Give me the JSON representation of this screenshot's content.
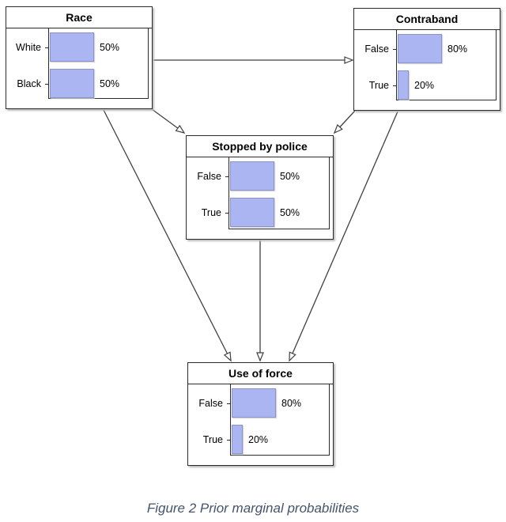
{
  "caption": "Figure 2 Prior marginal probabilities",
  "colors": {
    "bar_fill": "#abb5f1",
    "bar_border": "#8a93c9",
    "box_border": "#2b2b2b",
    "edge_line": "#404040",
    "caption_text": "#44546A",
    "background": "#ffffff"
  },
  "network": {
    "nodes": {
      "race": {
        "title": "Race",
        "states": [
          {
            "label": "White",
            "value": 50,
            "pct": "50%"
          },
          {
            "label": "Black",
            "value": 50,
            "pct": "50%"
          }
        ]
      },
      "contraband": {
        "title": "Contraband",
        "states": [
          {
            "label": "False",
            "value": 80,
            "pct": "80%"
          },
          {
            "label": "True",
            "value": 20,
            "pct": "20%"
          }
        ]
      },
      "stopped": {
        "title": "Stopped by police",
        "states": [
          {
            "label": "False",
            "value": 50,
            "pct": "50%"
          },
          {
            "label": "True",
            "value": 50,
            "pct": "50%"
          }
        ]
      },
      "force": {
        "title": "Use of force",
        "states": [
          {
            "label": "False",
            "value": 80,
            "pct": "80%"
          },
          {
            "label": "True",
            "value": 20,
            "pct": "20%"
          }
        ]
      }
    },
    "edges": [
      {
        "from": "race",
        "to": "contraband"
      },
      {
        "from": "race",
        "to": "stopped"
      },
      {
        "from": "contraband",
        "to": "stopped"
      },
      {
        "from": "race",
        "to": "force"
      },
      {
        "from": "contraband",
        "to": "force"
      },
      {
        "from": "stopped",
        "to": "force"
      }
    ]
  }
}
